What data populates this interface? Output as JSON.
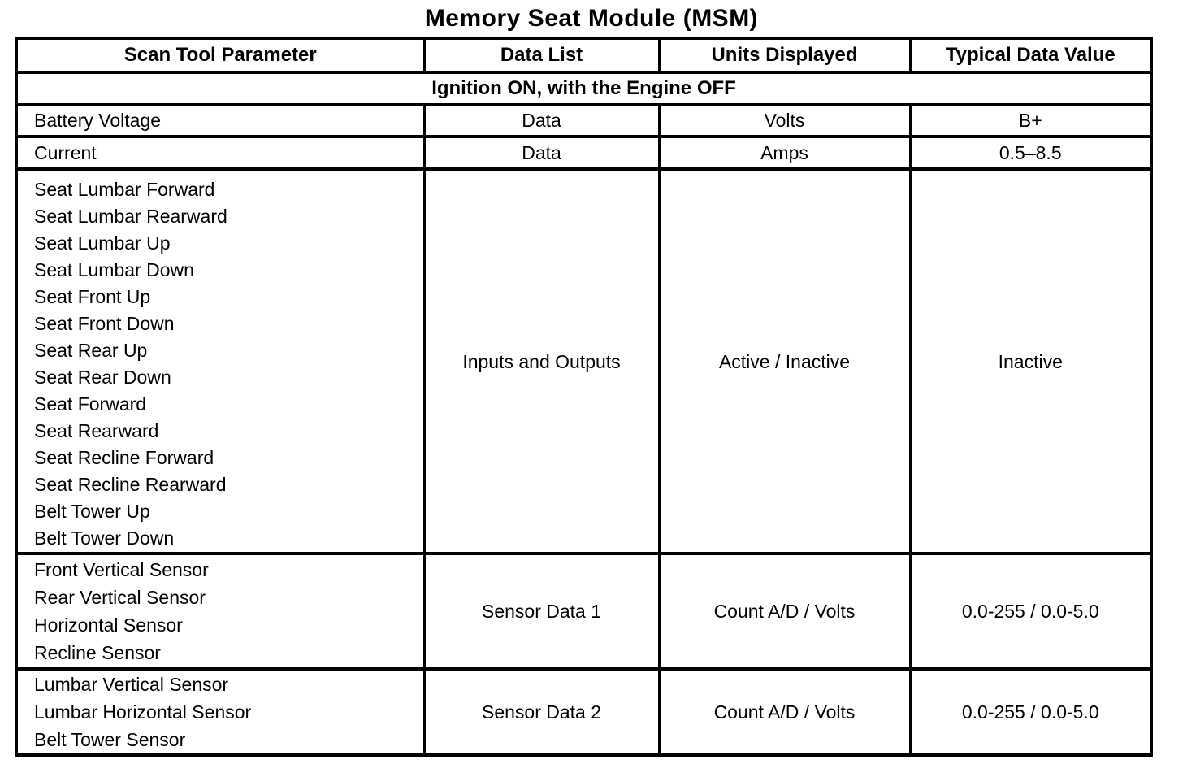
{
  "title": "Memory Seat Module (MSM)",
  "colors": {
    "ink": "#000000",
    "paper": "#ffffff"
  },
  "table": {
    "column_headers": [
      "Scan Tool Parameter",
      "Data List",
      "Units Displayed",
      "Typical Data Value"
    ],
    "section_header": "Ignition ON, with the Engine OFF",
    "rows": [
      {
        "parameters": [
          "Battery Voltage"
        ],
        "data_list": "Data",
        "units": "Volts",
        "typical": "B+"
      },
      {
        "parameters": [
          "Current"
        ],
        "data_list": "Data",
        "units": "Amps",
        "typical": "0.5–8.5"
      },
      {
        "parameters": [
          "Seat Lumbar Forward",
          "Seat Lumbar Rearward",
          "Seat Lumbar Up",
          "Seat Lumbar Down",
          "Seat Front Up",
          "Seat Front Down",
          "Seat Rear Up",
          "Seat Rear Down",
          "Seat Forward",
          "Seat Rearward",
          "Seat Recline Forward",
          "Seat Recline Rearward",
          "Belt Tower Up",
          "Belt Tower Down"
        ],
        "data_list": "Inputs and Outputs",
        "units": "Active / Inactive",
        "typical": "Inactive"
      },
      {
        "parameters": [
          "Front Vertical Sensor",
          "Rear Vertical Sensor",
          "Horizontal Sensor",
          "Recline Sensor"
        ],
        "data_list": "Sensor Data 1",
        "units": "Count A/D / Volts",
        "typical": "0.0-255 / 0.0-5.0"
      },
      {
        "parameters": [
          "Lumbar Vertical Sensor",
          "Lumbar Horizontal Sensor",
          "Belt Tower Sensor"
        ],
        "data_list": "Sensor Data 2",
        "units": "Count A/D / Volts",
        "typical": "0.0-255 / 0.0-5.0"
      }
    ]
  }
}
